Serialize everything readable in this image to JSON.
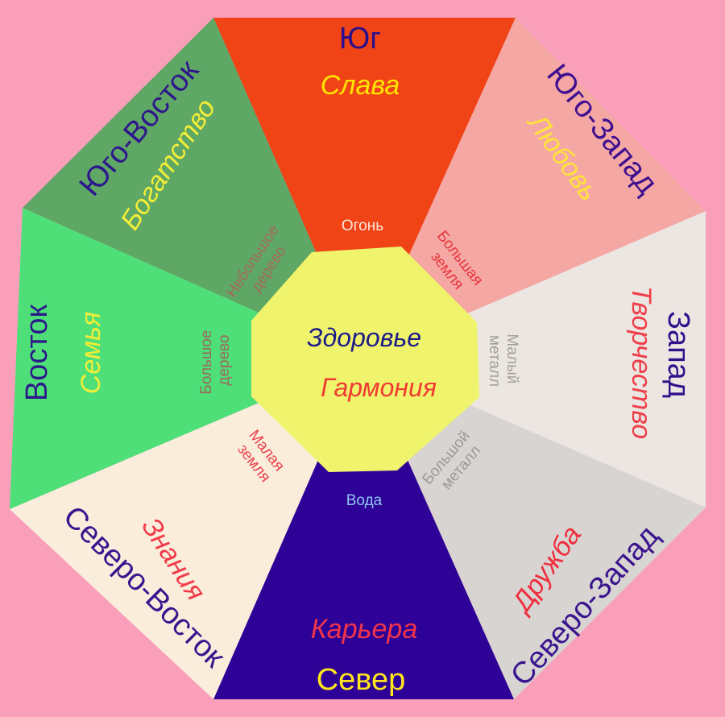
{
  "sectors": {
    "south": {
      "direction": "Юг",
      "aspect": "Слава",
      "element": "Огонь",
      "fill": "#f04316",
      "direction_color": "#2a0f8c",
      "aspect_color": "#ffe600",
      "element_color": "#fde7dd"
    },
    "southwest": {
      "direction": "Юго-Запад",
      "aspect": "Любовь",
      "element": "Большая земля",
      "fill": "#f5a7a4",
      "direction_color": "#3e0f8f",
      "aspect_color": "#ffe23a",
      "element_color": "#e6383e"
    },
    "west": {
      "direction": "Запад",
      "aspect": "Творчество",
      "element": "Малый металл",
      "fill": "#ebe6e1",
      "direction_color": "#33118c",
      "aspect_color": "#f03e4a",
      "element_color": "#a39e9a"
    },
    "northwest": {
      "direction": "Северо-Запад",
      "aspect": "Дружба",
      "element": "Большой металл",
      "fill": "#d8d4d2",
      "direction_color": "#3a148e",
      "aspect_color": "#ee2f3d",
      "element_color": "#9e9894"
    },
    "north": {
      "direction": "Север",
      "aspect": "Карьера",
      "element": "Вода",
      "fill": "#2e0296",
      "direction_color": "#ffe71c",
      "aspect_color": "#f0354a",
      "element_color": "#8fc6f2"
    },
    "northeast": {
      "direction": "Северо-Восток",
      "aspect": "Знания",
      "element": "Малая земля",
      "fill": "#faeddc",
      "direction_color": "#3b148e",
      "aspect_color": "#f23a48",
      "element_color": "#e8434c"
    },
    "east": {
      "direction": "Восток",
      "aspect": "Семья",
      "element": "Большое дерево",
      "fill": "#4fdf79",
      "direction_color": "#2c1c8a",
      "aspect_color": "#f0ee36",
      "element_color": "#9a6a5c"
    },
    "southeast": {
      "direction": "Юго-Восток",
      "aspect": "Богатство",
      "element": "Небольшое дерево",
      "fill": "#5fa765",
      "direction_color": "#2e178c",
      "aspect_color": "#f3ee38",
      "element_color": "#a46a5d"
    }
  },
  "center": {
    "line1": "Здоровье",
    "line2": "Гармония",
    "fill": "#f0f36c",
    "line1_color": "#1c1c88",
    "line2_color": "#ef3b32"
  },
  "background": "#fa9fba"
}
